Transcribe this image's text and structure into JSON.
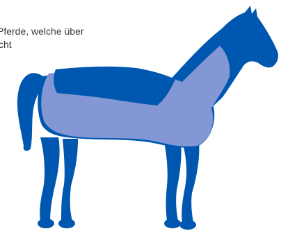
{
  "caption": {
    "line1": "Pferde, welche über",
    "line2": "cht"
  },
  "colors": {
    "horse_dark": "#0057b0",
    "blanket_light": "#8397d4",
    "background": "#ffffff",
    "text": "#3a3a3a"
  },
  "icons": {
    "figure": "horse-with-blanket"
  }
}
